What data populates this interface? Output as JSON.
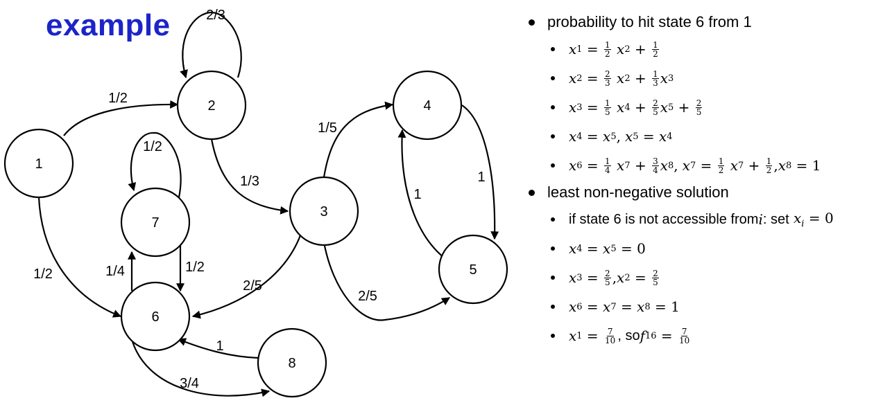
{
  "title": "example",
  "graph": {
    "nodes": [
      {
        "id": "n1",
        "label": "1"
      },
      {
        "id": "n2",
        "label": "2"
      },
      {
        "id": "n3",
        "label": "3"
      },
      {
        "id": "n4",
        "label": "4"
      },
      {
        "id": "n5",
        "label": "5"
      },
      {
        "id": "n6",
        "label": "6"
      },
      {
        "id": "n7",
        "label": "7"
      },
      {
        "id": "n8",
        "label": "8"
      }
    ],
    "edges": [
      {
        "from": "2",
        "to": "2",
        "label": "2/3"
      },
      {
        "from": "1",
        "to": "2",
        "label": "1/2"
      },
      {
        "from": "1",
        "to": "6",
        "label": "1/2"
      },
      {
        "from": "2",
        "to": "3",
        "label": "1/3"
      },
      {
        "from": "3",
        "to": "4",
        "label": "1/5"
      },
      {
        "from": "3",
        "to": "5",
        "label": "2/5"
      },
      {
        "from": "3",
        "to": "6",
        "label": "2/5"
      },
      {
        "from": "4",
        "to": "5",
        "label": "1"
      },
      {
        "from": "5",
        "to": "4",
        "label": "1"
      },
      {
        "from": "7",
        "to": "7",
        "label": "1/2"
      },
      {
        "from": "6",
        "to": "7",
        "label": "1/4"
      },
      {
        "from": "7",
        "to": "6",
        "label": "1/2"
      },
      {
        "from": "6",
        "to": "8",
        "label": "3/4"
      },
      {
        "from": "8",
        "to": "6",
        "label": "1"
      }
    ]
  },
  "panel": {
    "heading1": "probability to hit state 6 from 1",
    "heading2": "least non-negative solution",
    "eq_x": "x",
    "eq_f": "f",
    "text_if": "if state 6 is not accessible from ",
    "text_if_var": "i",
    "text_set": ": set ",
    "text_so": ", so ",
    "sub_i": "i",
    "sub_16": "16",
    "sub": [
      "1",
      "2",
      "3",
      "4",
      "5",
      "6",
      "7",
      "8"
    ],
    "fr": {
      "half_n": "1",
      "half_d": "2",
      "third_n": "1",
      "third_d": "3",
      "twothirds_n": "2",
      "twothirds_d": "3",
      "fifth_n": "1",
      "fifth_d": "5",
      "twofifths_n": "2",
      "twofifths_d": "5",
      "quarter_n": "1",
      "quarter_d": "4",
      "threequarters_n": "3",
      "threequarters_d": "4",
      "seventenths_n": "7",
      "seventenths_d": "10"
    },
    "const_1": "1",
    "const_0": "0"
  }
}
